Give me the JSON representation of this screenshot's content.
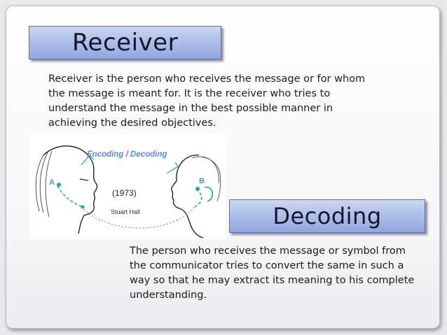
{
  "receiver": {
    "title": "Receiver",
    "body": "Receiver is the person who receives the message or for whom the message is meant for. It is the receiver who tries to understand the message in the best possible manner in achieving the desired objectives."
  },
  "illustration": {
    "encoding_label": "Encoding",
    "separator": " / ",
    "decoding_label": "Decoding",
    "point_a": "A",
    "point_b": "B",
    "year": "(1973)",
    "author": "Stuart Hall"
  },
  "decoding": {
    "title": "Decoding",
    "body": "The person who receives the message or symbol from the communicator tries to convert the same in such a way so that he may extract its meaning to his complete understanding."
  },
  "colors": {
    "title_fill": "#a9bbe8",
    "encoding_blue": "#5a8ad6",
    "separator_red": "#e05050",
    "path_teal": "#2aa88a"
  }
}
